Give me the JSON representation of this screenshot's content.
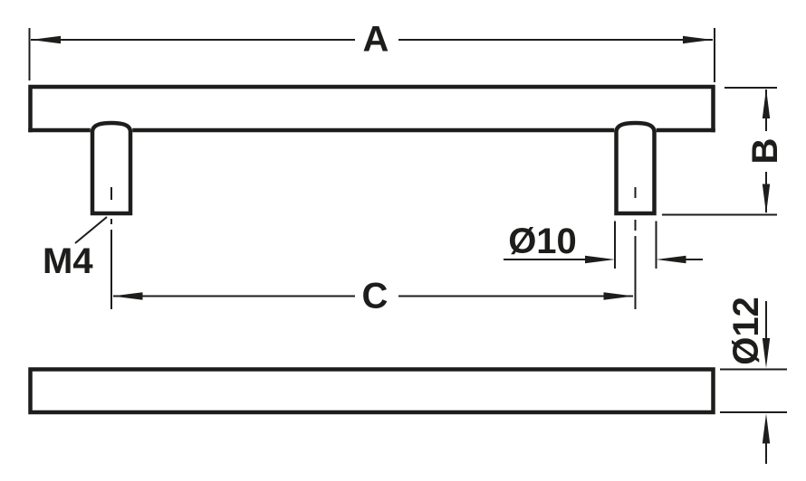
{
  "diagram": {
    "labels": {
      "overall_length": "A",
      "height": "B",
      "hole_centers": "C",
      "thread": "M4",
      "post_diameter": "Ø10",
      "bar_diameter": "Ø12"
    },
    "colors": {
      "line": "#1d1d1b",
      "background": "#ffffff"
    }
  }
}
